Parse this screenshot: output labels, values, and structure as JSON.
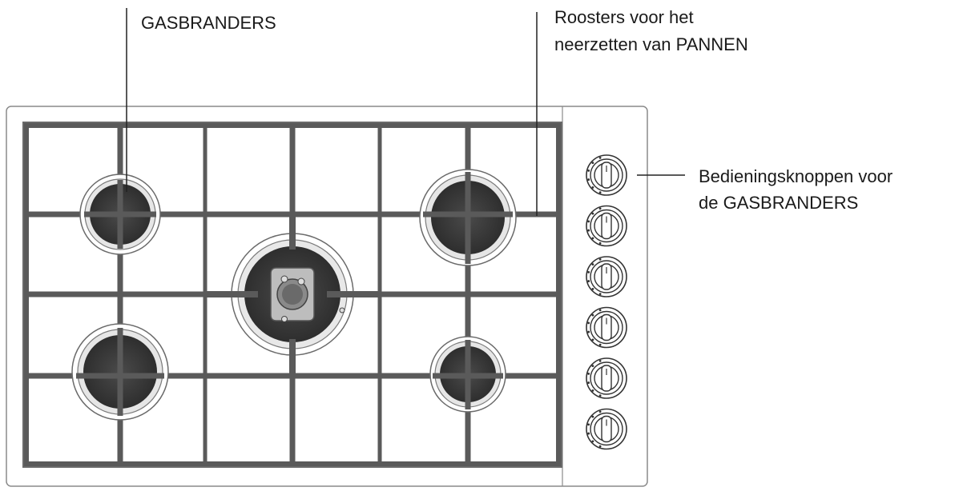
{
  "labels": {
    "burners": "GASBRANDERS",
    "grates_line1": "Roosters voor het",
    "grates_line2": "neerzetten van PANNEN",
    "knobs_line1": "Bedieningsknoppen voor",
    "knobs_line2": "de GASBRANDERS"
  },
  "counts": {
    "burners": 5,
    "knobs": 6
  }
}
